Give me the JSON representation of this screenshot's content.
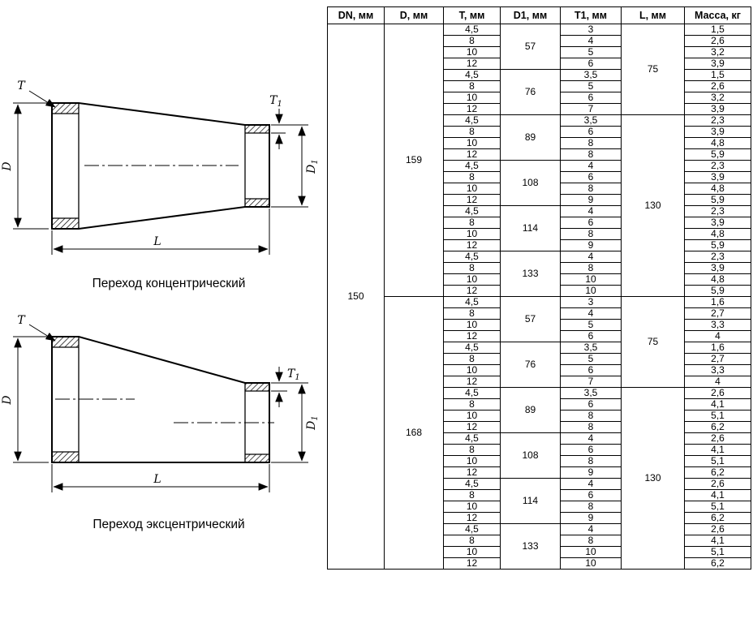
{
  "diagrams": {
    "labels": {
      "t": "T",
      "d": "D",
      "l": "L",
      "sub1": "1"
    },
    "concentric": {
      "caption": "Переход концентрический"
    },
    "eccentric": {
      "caption": "Переход эксцентрический"
    }
  },
  "table": {
    "headers": [
      "DN, мм",
      "D, мм",
      "T, мм",
      "D1, мм",
      "T1, мм",
      "L, мм",
      "Масса, кг"
    ],
    "dn": "150",
    "d_groups": [
      {
        "d": "159",
        "l_groups": [
          {
            "l": "75",
            "d1_groups": [
              {
                "d1": "57",
                "rows": [
                  [
                    "4,5",
                    "3",
                    "1,5"
                  ],
                  [
                    "8",
                    "4",
                    "2,6"
                  ],
                  [
                    "10",
                    "5",
                    "3,2"
                  ],
                  [
                    "12",
                    "6",
                    "3,9"
                  ]
                ]
              },
              {
                "d1": "76",
                "rows": [
                  [
                    "4,5",
                    "3,5",
                    "1,5"
                  ],
                  [
                    "8",
                    "5",
                    "2,6"
                  ],
                  [
                    "10",
                    "6",
                    "3,2"
                  ],
                  [
                    "12",
                    "7",
                    "3,9"
                  ]
                ]
              }
            ]
          },
          {
            "l": "130",
            "d1_groups": [
              {
                "d1": "89",
                "rows": [
                  [
                    "4,5",
                    "3,5",
                    "2,3"
                  ],
                  [
                    "8",
                    "6",
                    "3,9"
                  ],
                  [
                    "10",
                    "8",
                    "4,8"
                  ],
                  [
                    "12",
                    "8",
                    "5,9"
                  ]
                ]
              },
              {
                "d1": "108",
                "rows": [
                  [
                    "4,5",
                    "4",
                    "2,3"
                  ],
                  [
                    "8",
                    "6",
                    "3,9"
                  ],
                  [
                    "10",
                    "8",
                    "4,8"
                  ],
                  [
                    "12",
                    "9",
                    "5,9"
                  ]
                ]
              },
              {
                "d1": "114",
                "rows": [
                  [
                    "4,5",
                    "4",
                    "2,3"
                  ],
                  [
                    "8",
                    "6",
                    "3,9"
                  ],
                  [
                    "10",
                    "8",
                    "4,8"
                  ],
                  [
                    "12",
                    "9",
                    "5,9"
                  ]
                ]
              },
              {
                "d1": "133",
                "rows": [
                  [
                    "4,5",
                    "4",
                    "2,3"
                  ],
                  [
                    "8",
                    "8",
                    "3,9"
                  ],
                  [
                    "10",
                    "10",
                    "4,8"
                  ],
                  [
                    "12",
                    "10",
                    "5,9"
                  ]
                ]
              }
            ]
          }
        ]
      },
      {
        "d": "168",
        "l_groups": [
          {
            "l": "75",
            "d1_groups": [
              {
                "d1": "57",
                "rows": [
                  [
                    "4,5",
                    "3",
                    "1,6"
                  ],
                  [
                    "8",
                    "4",
                    "2,7"
                  ],
                  [
                    "10",
                    "5",
                    "3,3"
                  ],
                  [
                    "12",
                    "6",
                    "4"
                  ]
                ]
              },
              {
                "d1": "76",
                "rows": [
                  [
                    "4,5",
                    "3,5",
                    "1,6"
                  ],
                  [
                    "8",
                    "5",
                    "2,7"
                  ],
                  [
                    "10",
                    "6",
                    "3,3"
                  ],
                  [
                    "12",
                    "7",
                    "4"
                  ]
                ]
              }
            ]
          },
          {
            "l": "130",
            "d1_groups": [
              {
                "d1": "89",
                "rows": [
                  [
                    "4,5",
                    "3,5",
                    "2,6"
                  ],
                  [
                    "8",
                    "6",
                    "4,1"
                  ],
                  [
                    "10",
                    "8",
                    "5,1"
                  ],
                  [
                    "12",
                    "8",
                    "6,2"
                  ]
                ]
              },
              {
                "d1": "108",
                "rows": [
                  [
                    "4,5",
                    "4",
                    "2,6"
                  ],
                  [
                    "8",
                    "6",
                    "4,1"
                  ],
                  [
                    "10",
                    "8",
                    "5,1"
                  ],
                  [
                    "12",
                    "9",
                    "6,2"
                  ]
                ]
              },
              {
                "d1": "114",
                "rows": [
                  [
                    "4,5",
                    "4",
                    "2,6"
                  ],
                  [
                    "8",
                    "6",
                    "4,1"
                  ],
                  [
                    "10",
                    "8",
                    "5,1"
                  ],
                  [
                    "12",
                    "9",
                    "6,2"
                  ]
                ]
              },
              {
                "d1": "133",
                "rows": [
                  [
                    "4,5",
                    "4",
                    "2,6"
                  ],
                  [
                    "8",
                    "8",
                    "4,1"
                  ],
                  [
                    "10",
                    "10",
                    "5,1"
                  ],
                  [
                    "12",
                    "10",
                    "6,2"
                  ]
                ]
              }
            ]
          }
        ]
      }
    ]
  }
}
